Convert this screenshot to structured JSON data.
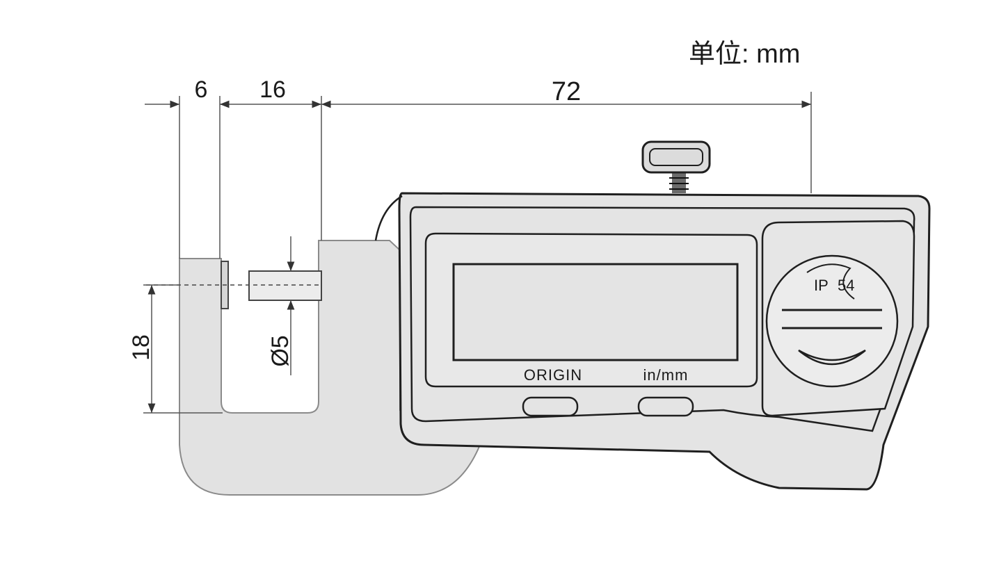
{
  "unit_label": "单位: mm",
  "dimensions": {
    "anvil_width": "6",
    "gap": "16",
    "body_length": "72",
    "throat_depth": "18",
    "spindle_diameter": "Ø5"
  },
  "buttons": {
    "origin_label": "ORIGIN",
    "unit_toggle_label": "in/mm"
  },
  "badge": {
    "ip_prefix": "IP",
    "ip_rating": "54"
  },
  "colors": {
    "body_fill": "#e2e2e2",
    "line": "#1f1f1f",
    "dim_line": "#555555",
    "background": "#ffffff"
  }
}
